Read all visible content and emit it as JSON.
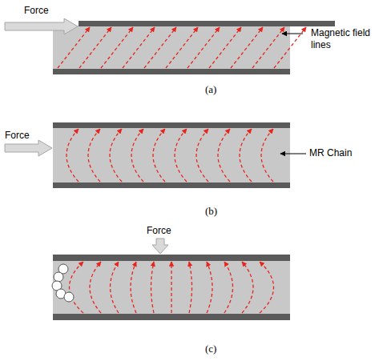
{
  "diagram": {
    "labels": [
      "Force",
      "Magnetic field lines",
      "(a)",
      "Force",
      "MR Chain",
      "(b)",
      "Force",
      "(c)"
    ]
  }
}
